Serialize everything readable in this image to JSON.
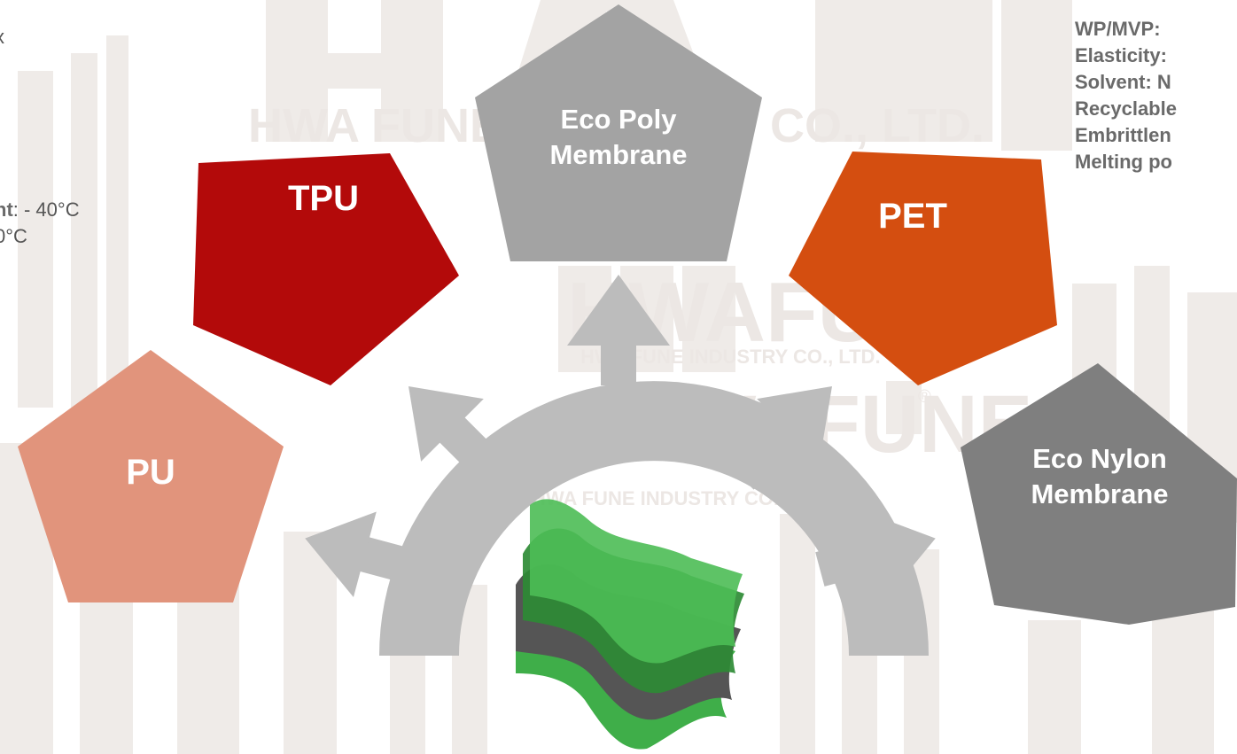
{
  "watermark": {
    "logo_text": "HWAFUNE",
    "company_text": "HWA FUNE INDUSTRY CO., LTD.",
    "registered_mark": "®"
  },
  "left_text": {
    "line0": "x",
    "line1_bold": "nt",
    "line1_rest": ": - 40°C",
    "line2": "0°C"
  },
  "right_text": {
    "lines": [
      "WP/MVP:",
      "Elasticity:",
      "Solvent: N",
      "Recyclable",
      "Embrittlen",
      "Melting po"
    ]
  },
  "materials": [
    {
      "id": "pu",
      "label": "PU",
      "color": "#e1947c"
    },
    {
      "id": "tpu",
      "label": "TPU",
      "color": "#b30a0a"
    },
    {
      "id": "eco-poly",
      "label": "Eco Poly Membrane",
      "color": "#a3a3a3"
    },
    {
      "id": "pet",
      "label": "PET",
      "color": "#d44e10"
    },
    {
      "id": "eco-nylon",
      "label": "Eco Nylon Membrane",
      "color": "#7f7f7f"
    }
  ],
  "colors": {
    "arc": "#bcbcbc",
    "fabric_green": "#3fae49",
    "fabric_dark_green": "#2e8b35",
    "fabric_grey": "#555555"
  }
}
